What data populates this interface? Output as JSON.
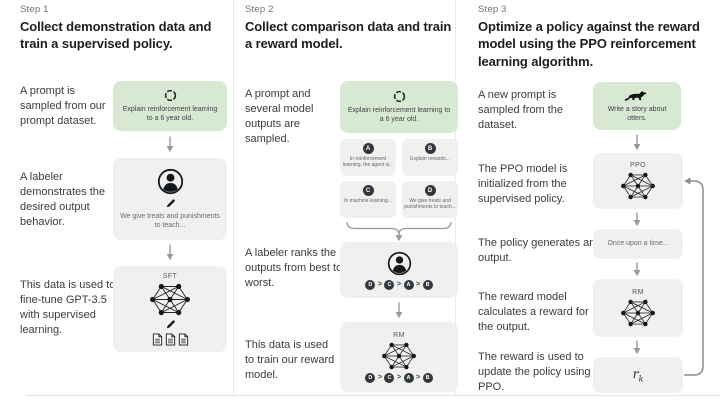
{
  "colors": {
    "prompt_box_bg": "#d8e9d3",
    "model_box_bg": "#f0f0ee",
    "letter_circle_bg": "#32373d",
    "arrow_gray": "#97999c"
  },
  "columns": [
    {
      "step": "Step 1",
      "heading": "Collect demonstration data and train a supervised policy.",
      "texts": {
        "prompt": "A prompt is sampled from our prompt dataset.",
        "labeler": "A labeler demonstrates the desired output behavior.",
        "finetune": "This data is used to fine-tune GPT-3.5 with supervised learning."
      },
      "prompt_box": {
        "caption": "Explain reinforcement learning to a 6 year old."
      },
      "labeler_box": {
        "caption": "We give treats and punishments to teach..."
      },
      "sft_box": {
        "label": "SFT"
      }
    },
    {
      "step": "Step 2",
      "heading": "Collect comparison data and train a reward model.",
      "texts": {
        "sampled": "A prompt and several model outputs are sampled.",
        "ranks": "A labeler ranks the outputs from best to worst.",
        "train": "This data is used to train our reward model."
      },
      "prompt_box": {
        "caption": "Explain reinforcement learning to a 6 year old."
      },
      "outputs": [
        {
          "letter": "A",
          "caption": "In reinforcement learning, the agent is..."
        },
        {
          "letter": "B",
          "caption": "Explain rewards..."
        },
        {
          "letter": "C",
          "caption": "In machine learning..."
        },
        {
          "letter": "D",
          "caption": "We give treats and punishments to teach..."
        }
      ],
      "ranking": {
        "order": [
          "D",
          "C",
          "A",
          "B"
        ],
        "separator": ">"
      },
      "rm_box": {
        "label": "RM"
      }
    },
    {
      "step": "Step 3",
      "heading": "Optimize a policy against the reward model using the PPO reinforcement learning algorithm.",
      "texts": {
        "new_prompt": "A new prompt is sampled from the dataset.",
        "ppo_init": "The PPO model is initialized from the supervised policy.",
        "generates": "The policy generates an output.",
        "reward_calc": "The reward model calculates a reward for the output.",
        "update": "The reward is used to update the policy using PPO."
      },
      "prompt_box": {
        "caption": "Write a story about otters."
      },
      "ppo_box": {
        "label": "PPO"
      },
      "output_box": {
        "caption": "Once upon a time..."
      },
      "rm_box": {
        "label": "RM"
      },
      "reward_box": {
        "symbol": "r",
        "subscript": "k"
      }
    }
  ]
}
